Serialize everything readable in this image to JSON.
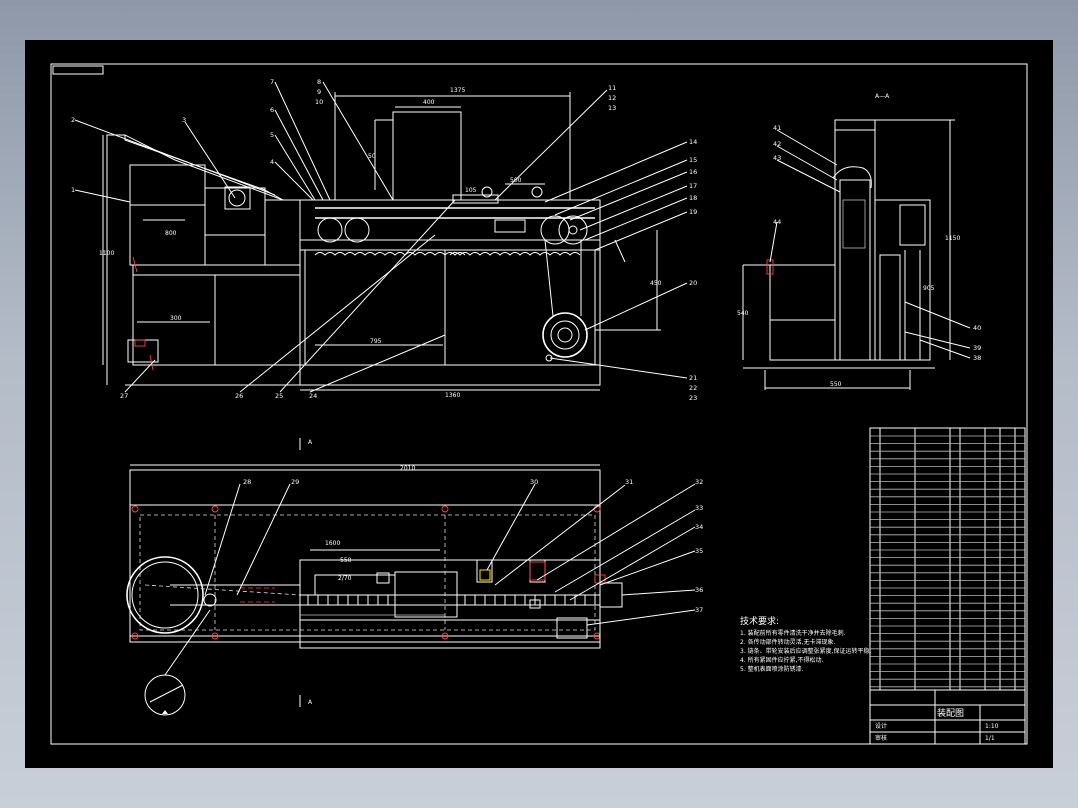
{
  "drawing": {
    "part_numbers_main": [
      "1",
      "2",
      "3",
      "4",
      "5",
      "6",
      "7",
      "8",
      "9",
      "10",
      "11",
      "12",
      "13",
      "14",
      "15",
      "16",
      "17",
      "18",
      "19",
      "20",
      "21",
      "22",
      "23",
      "24",
      "25",
      "26",
      "27"
    ],
    "part_numbers_plan": [
      "28",
      "29",
      "30",
      "31",
      "32",
      "33",
      "34",
      "35",
      "36",
      "37"
    ],
    "part_numbers_side": [
      "38",
      "39",
      "40",
      "41",
      "42",
      "43",
      "44"
    ],
    "dimensions_main": {
      "top_width": "1375",
      "hopper_width": "400",
      "left_height": "50",
      "top_dim_105": "105",
      "spacing_500": "500",
      "drive_height": "450",
      "overall_length": "1360",
      "lower_span": "795",
      "left_label": "1100",
      "mid_label": "800",
      "box_label": "300"
    },
    "dimensions_side": {
      "width": "550",
      "height": "1150",
      "lower": "540",
      "mid": "905"
    },
    "dimensions_plan": {
      "overall": "2010",
      "mid": "1600",
      "conveyor": "550",
      "box": "2/70"
    },
    "section_marks": [
      "A",
      "A"
    ],
    "side_view_label": "A—A"
  },
  "notes": {
    "heading": "技术要求:",
    "lines": [
      "1. 装配前所有零件清洗干净并去除毛刺.",
      "2. 各传动部件转动灵活,无卡滞现象.",
      "3. 链条、带轮安装后应调整张紧度,保证运转平稳.",
      "4. 所有紧固件应拧紧,不得松动.",
      "5. 整机表面喷涂防锈漆."
    ]
  },
  "title_block": {
    "drawing_name": "装配图",
    "designer_label": "设计",
    "checker_label": "审核",
    "scale": "1:10",
    "sheet": "1/1"
  },
  "colors": {
    "background": "#000000",
    "lines": "#ffffff",
    "accent": "#ff4040",
    "highlight": "#ffe400",
    "frame_outer": "#8e98a8"
  }
}
